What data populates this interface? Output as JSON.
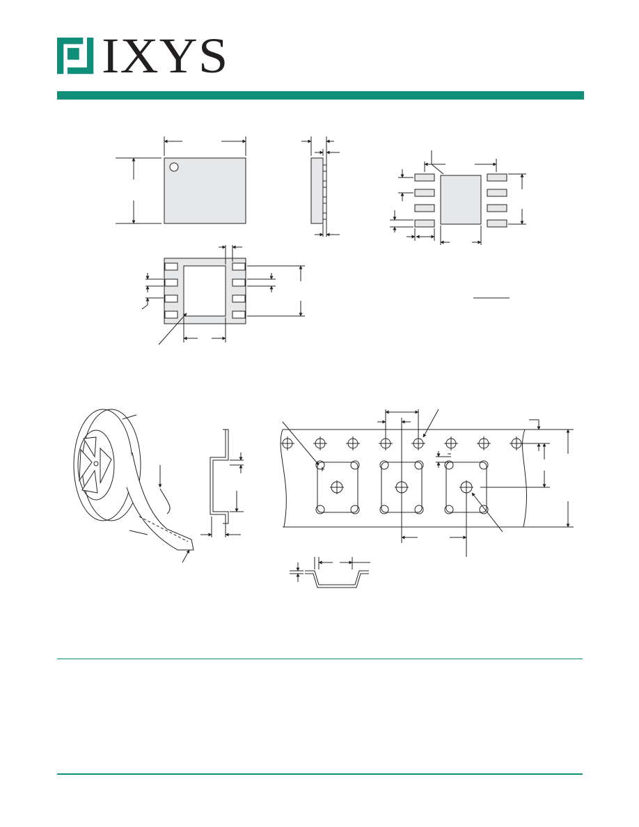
{
  "header": {
    "brand": "IXYS",
    "accent_color": "#0f8f7a",
    "dark_color": "#231f20"
  },
  "figures": [
    {
      "id": "package-top-view",
      "icon": "package-outline"
    },
    {
      "id": "package-side-view",
      "icon": "package-side"
    },
    {
      "id": "recommended-pcb-land-pattern",
      "icon": "land-pattern"
    },
    {
      "id": "package-bottom-view",
      "icon": "exposed-pad"
    },
    {
      "id": "tape-and-reel",
      "icon": "reel"
    },
    {
      "id": "carrier-tape",
      "icon": "embossed-tape"
    }
  ]
}
